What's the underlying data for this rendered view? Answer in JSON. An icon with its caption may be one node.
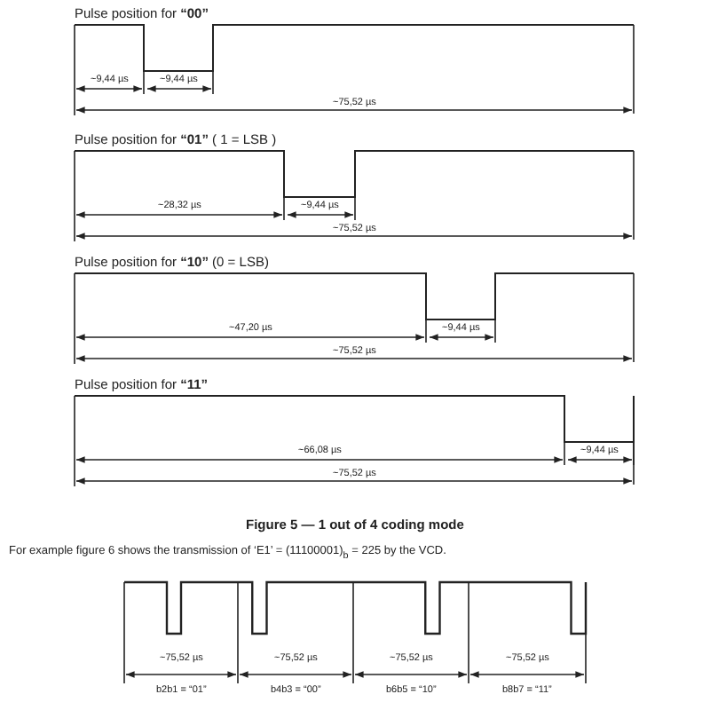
{
  "diagram": {
    "caption": "Figure 5 — 1 out of 4 coding mode",
    "labels": [
      "Pulse position for **“00”**",
      "~9,44 µs",
      "~9,44 µs",
      "~75,52 µs",
      "Pulse position for **“01”** ( 1 = LSB )",
      "~28,32 µs",
      "~9,44 µs",
      "~75,52 µs",
      "Pulse position for **“10”** (0 = LSB)",
      "~47,20 µs",
      "~9,44 µs",
      "~75,52 µs",
      "Pulse position for  **“11”**",
      "~66,08 µs",
      "~9,44 µs",
      "~75,52 µs",
      "For example figure 6 shows the transmission of ‘E1’ = (11100001)$_{b}$ = 225 by the VCD.",
      "~75,52 µs",
      "~75,52 µs",
      "~75,52 µs",
      "~75,52 µs",
      "b2b1 = “01”",
      "b4b3 = “00”",
      "b6b5 = “10”",
      "b8b7 = “11”"
    ]
  }
}
